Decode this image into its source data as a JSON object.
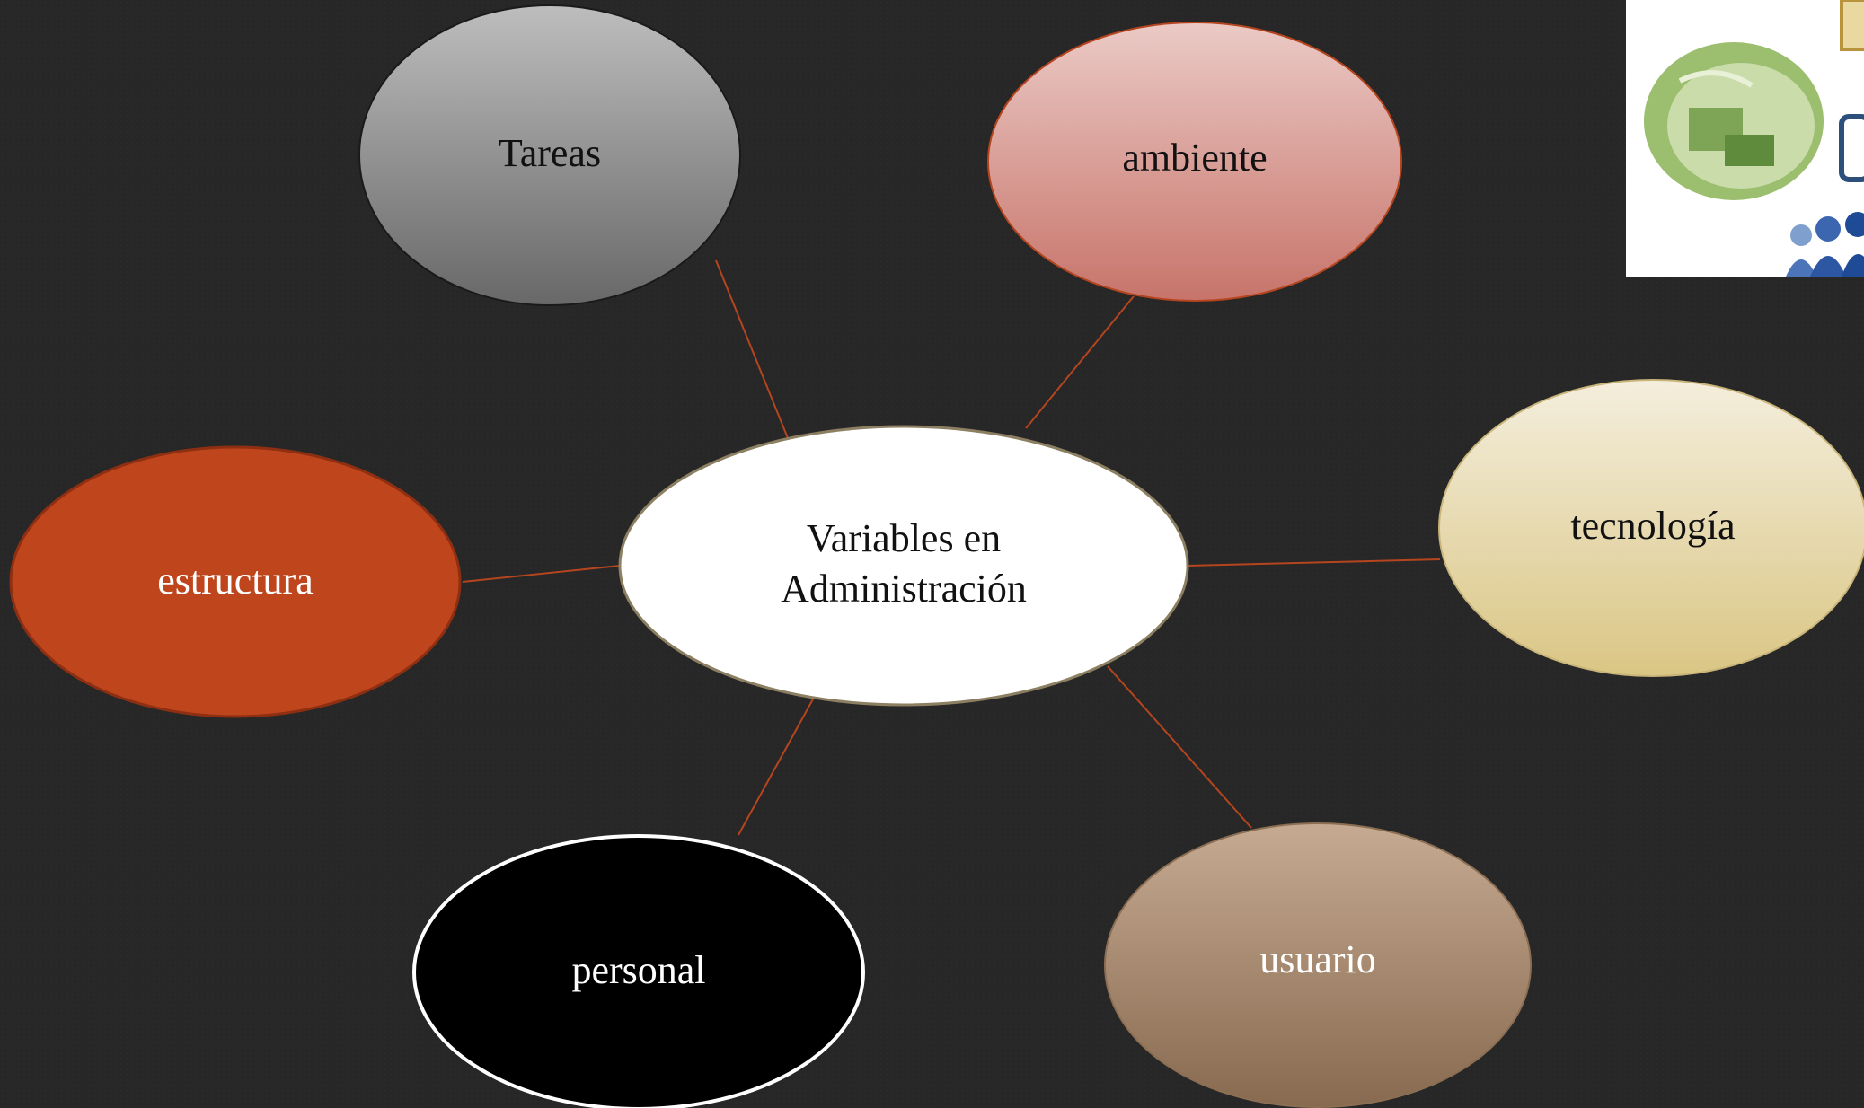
{
  "center": {
    "lines": [
      "Variables en",
      "Administración"
    ]
  },
  "nodes": [
    {
      "id": "tareas",
      "label": "Tareas"
    },
    {
      "id": "ambiente",
      "label": "ambiente"
    },
    {
      "id": "tecnologia",
      "label": "tecnología"
    },
    {
      "id": "usuario",
      "label": "usuario"
    },
    {
      "id": "personal",
      "label": "personal"
    },
    {
      "id": "estructura",
      "label": "estructura"
    }
  ],
  "colors": {
    "background": "#272727",
    "connector": "#b5451e",
    "tareas": [
      "#b8b8b8",
      "#6e6e6e"
    ],
    "ambiente": [
      "#e9c6c2",
      "#c9786b"
    ],
    "tecnologia": [
      "#f3ecd8",
      "#dcc98c"
    ],
    "usuario": [
      "#c3a68e",
      "#8c6f53"
    ],
    "personal": "#000000",
    "estructura": "#bf451d",
    "center": "#ffffff"
  },
  "logo": {
    "icon": "office-illustration-icon"
  }
}
